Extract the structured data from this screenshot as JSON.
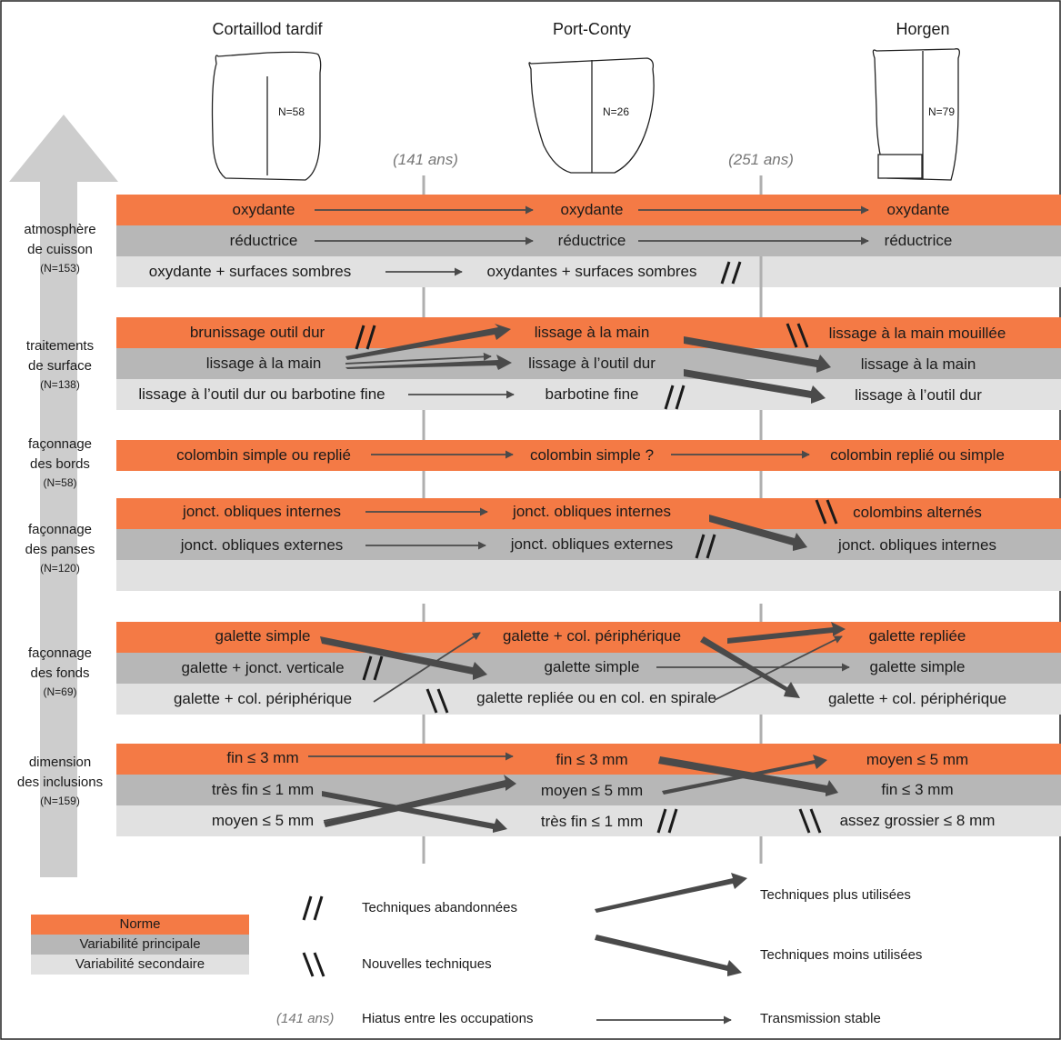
{
  "colors": {
    "norme": "#F47A45",
    "principale": "#B7B7B7",
    "secondaire": "#E1E1E1",
    "arrow": "#4A4A4A",
    "divider": "#AFAFAF",
    "hiatus_text": "#777777"
  },
  "phases": [
    {
      "name": "Cortaillod tardif",
      "n": "N=58"
    },
    {
      "name": "Port-Conty",
      "n": "N=26"
    },
    {
      "name": "Horgen",
      "n": "N=79"
    }
  ],
  "hiatus": [
    "(141 ans)",
    "(251 ans)"
  ],
  "categories": [
    {
      "label_l1": "atmosphère",
      "label_l2": "de cuisson",
      "n": "(N=153)"
    },
    {
      "label_l1": "traitements",
      "label_l2": "de surface",
      "n": "(N=138)"
    },
    {
      "label_l1": "façonnage",
      "label_l2": "des bords",
      "n": "(N=58)"
    },
    {
      "label_l1": "façonnage",
      "label_l2": "des panses",
      "n": "(N=120)"
    },
    {
      "label_l1": "façonnage",
      "label_l2": "des fonds",
      "n": "(N=69)"
    },
    {
      "label_l1": "dimension",
      "label_l2": "des inclusions",
      "n": "(N=159)"
    }
  ],
  "cells": {
    "cuisson": {
      "r1": [
        "oxydante",
        "oxydante",
        "oxydante"
      ],
      "r2": [
        "réductrice",
        "réductrice",
        "réductrice"
      ],
      "r3": [
        "oxydante + surfaces sombres",
        "oxydantes + surfaces sombres"
      ]
    },
    "surface": {
      "r1": [
        "brunissage outil dur",
        "lissage à la main",
        "lissage à la main mouillée"
      ],
      "r2": [
        "lissage à la main",
        "lissage à l’outil dur",
        "lissage à la main"
      ],
      "r3": [
        "lissage à l’outil dur ou barbotine fine",
        "barbotine fine",
        "lissage à l’outil dur"
      ]
    },
    "bords": {
      "r1": [
        "colombin simple ou replié",
        "colombin simple ?",
        "colombin replié ou simple"
      ]
    },
    "panses": {
      "r1": [
        "jonct. obliques internes",
        "jonct. obliques internes",
        "colombins alternés"
      ],
      "r2": [
        "jonct. obliques externes",
        "jonct. obliques externes",
        "jonct. obliques internes"
      ]
    },
    "fonds": {
      "r1": [
        "galette simple",
        "galette + col. périphérique",
        "galette repliée"
      ],
      "r2": [
        "galette + jonct. verticale",
        "galette simple",
        "galette simple"
      ],
      "r3": [
        "galette + col. périphérique",
        "galette repliée ou en col. en spirale",
        "galette + col. périphérique"
      ]
    },
    "inclusions": {
      "r1": [
        "fin ≤ 3 mm",
        "fin ≤ 3 mm",
        "moyen ≤ 5 mm"
      ],
      "r2": [
        "très fin ≤ 1 mm",
        "moyen ≤ 5 mm",
        "fin ≤ 3 mm"
      ],
      "r3": [
        "moyen ≤ 5 mm",
        "très fin ≤ 1 mm",
        "assez grossier ≤ 8 mm"
      ]
    }
  },
  "legend": {
    "norme": "Norme",
    "principale": "Variabilité principale",
    "secondaire": "Variabilité secondaire",
    "abandon": "Techniques abandonnées",
    "nouvelles": "Nouvelles techniques",
    "hiatus_sample": "(141 ans)",
    "hiatus": "Hiatus entre les occupations",
    "plus": "Techniques plus utilisées",
    "moins": "Techniques moins utilisées",
    "stable": "Transmission stable"
  }
}
